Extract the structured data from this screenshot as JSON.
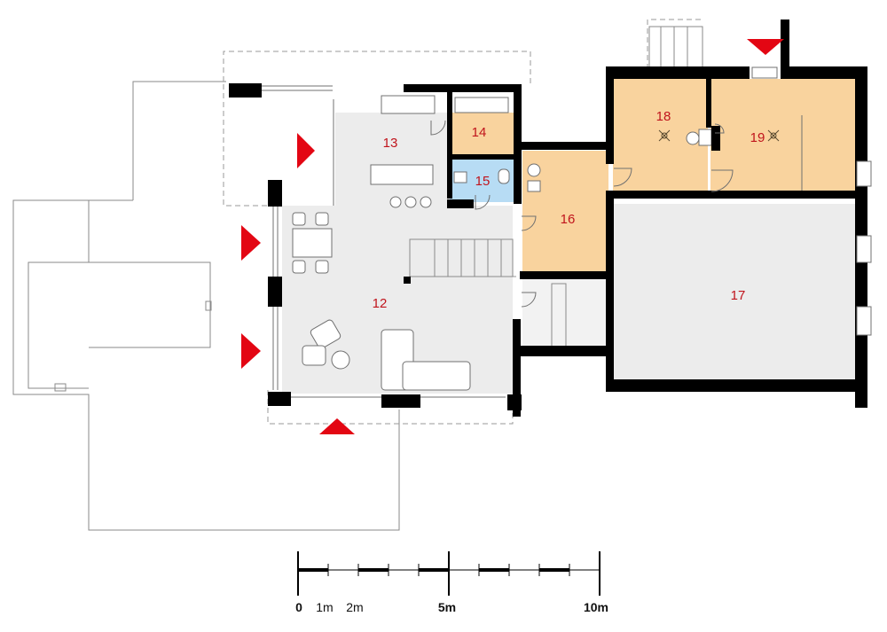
{
  "rooms": [
    {
      "id": "12",
      "label": "12",
      "fill": "#ececec"
    },
    {
      "id": "13",
      "label": "13",
      "fill": "#ececec"
    },
    {
      "id": "14",
      "label": "14",
      "fill": "#f9d39e"
    },
    {
      "id": "15",
      "label": "15",
      "fill": "#b7dcf4"
    },
    {
      "id": "16",
      "label": "16",
      "fill": "#f9d39e"
    },
    {
      "id": "17",
      "label": "17",
      "fill": "#ececec"
    },
    {
      "id": "18",
      "label": "18",
      "fill": "#f9d39e"
    },
    {
      "id": "19",
      "label": "19",
      "fill": "#f9d39e"
    }
  ],
  "scale_bar": {
    "labels": {
      "zero": "0",
      "one": "1m",
      "two": "2m",
      "five": "5m",
      "ten": "10m"
    }
  },
  "colors": {
    "wall": "#000000",
    "entrance_arrow": "#e30613",
    "outline": "#8a8a8a",
    "label": "#c0141c"
  }
}
